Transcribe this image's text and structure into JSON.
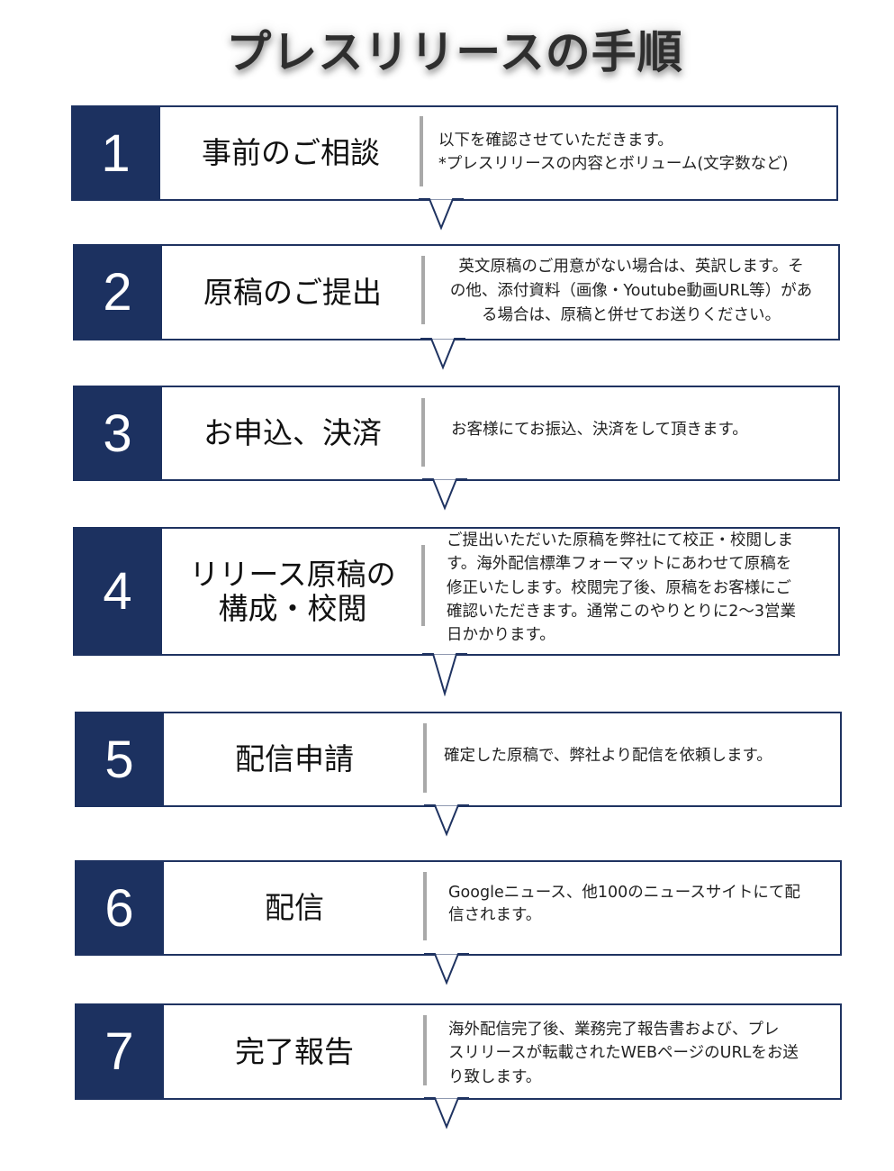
{
  "page": {
    "title": "プレスリリースの手順"
  },
  "colors": {
    "navy": "#1c3160",
    "border": "#1f3361",
    "divider": "#a9a9a9",
    "text": "#1a1a1a"
  },
  "steps": [
    {
      "number": "1",
      "heading": "事前のご相談",
      "description": "以下を確認させていただきます。\n*プレスリリースの内容とボリューム(文字数など)"
    },
    {
      "number": "2",
      "heading": "原稿のご提出",
      "description": "英文原稿のご用意がない場合は、英訳します。そ\nの他、添付資料（画像・Youtube動画URL等）があ\nる場合は、原稿と併せてお送りください。"
    },
    {
      "number": "3",
      "heading": "お申込、決済",
      "description": "お客様にてお振込、決済をして頂きます。"
    },
    {
      "number": "4",
      "heading": "リリース原稿の\n構成・校閲",
      "description": "ご提出いただいた原稿を弊社にて校正・校閲しま\nす。海外配信標準フォーマットにあわせて原稿を\n修正いたします。校閲完了後、原稿をお客様にご\n確認いただきます。通常このやりとりに2〜3営業\n日かかります。"
    },
    {
      "number": "5",
      "heading": "配信申請",
      "description": "確定した原稿で、弊社より配信を依頼します。"
    },
    {
      "number": "6",
      "heading": "配信",
      "description": "Googleニュース、他100のニュースサイトにて配\n信されます。"
    },
    {
      "number": "7",
      "heading": "完了報告",
      "description": "海外配信完了後、業務完了報告書および、プレ\nスリリースが転載されたWEBページのURLをお送\nり致します。"
    }
  ]
}
